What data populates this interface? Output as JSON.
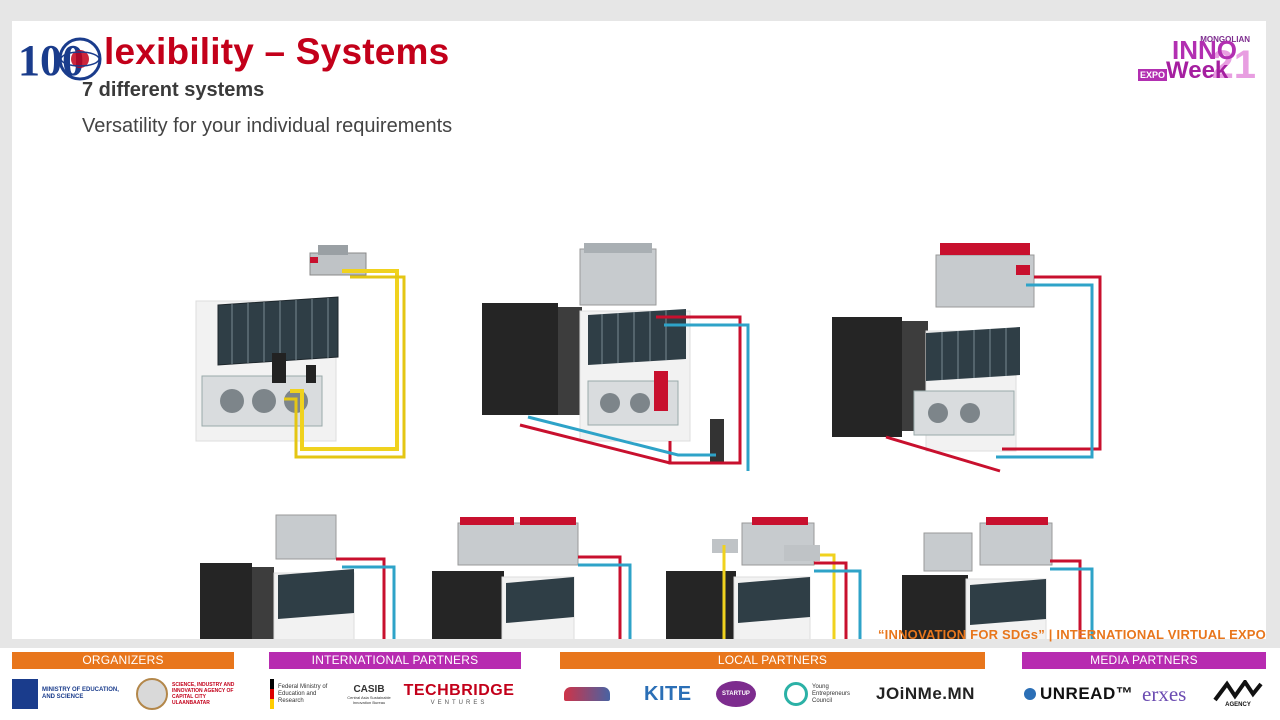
{
  "slide": {
    "title": "lexibility – Systems",
    "subtitle": "7 different systems",
    "tagline": "Versatility for your individual requirements"
  },
  "logo_100": {
    "text": "100"
  },
  "inno_week": {
    "mongolian": "MONGOLIAN",
    "inno": "INNO",
    "expo": "EXPO",
    "week": "Week",
    "year": "21"
  },
  "banner": "“INNOVATION FOR SDGs” | INTERNATIONAL VIRTUAL EXPO",
  "footer": {
    "categories": {
      "organizers": "ORGANIZERS",
      "international": "INTERNATIONAL PARTNERS",
      "local": "LOCAL PARTNERS",
      "media": "MEDIA PARTNERS"
    },
    "logos": {
      "ministry": "MINISTRY OF EDUCATION, AND SCIENCE",
      "science_agency": "SCIENCE, INDUSTRY AND INNOVATION AGENCY OF CAPITAL CITY ULAANBAATAR",
      "federal_ministry": "Federal Ministry of Education and Research",
      "casib": "CASIB",
      "casib_sub": "Central Asia Sustainable Innovation Bureau",
      "techbridge": "TECHBRIDGE",
      "techbridge_sub": "VENTURES",
      "kite": "KITE",
      "startup": "STARTUP",
      "yec": "Young Entrepreneurs Council",
      "joinme": "JOiNMe.MN",
      "unread": "UNREAD™",
      "erxes": "erxes",
      "agency": "AGENCY"
    }
  },
  "colors": {
    "title_red": "#c3001a",
    "orange": "#e8761c",
    "purple": "#b72bb0",
    "pipe_yellow": "#f0d21e",
    "pipe_red": "#c8102e",
    "pipe_blue": "#2ea3c8"
  }
}
